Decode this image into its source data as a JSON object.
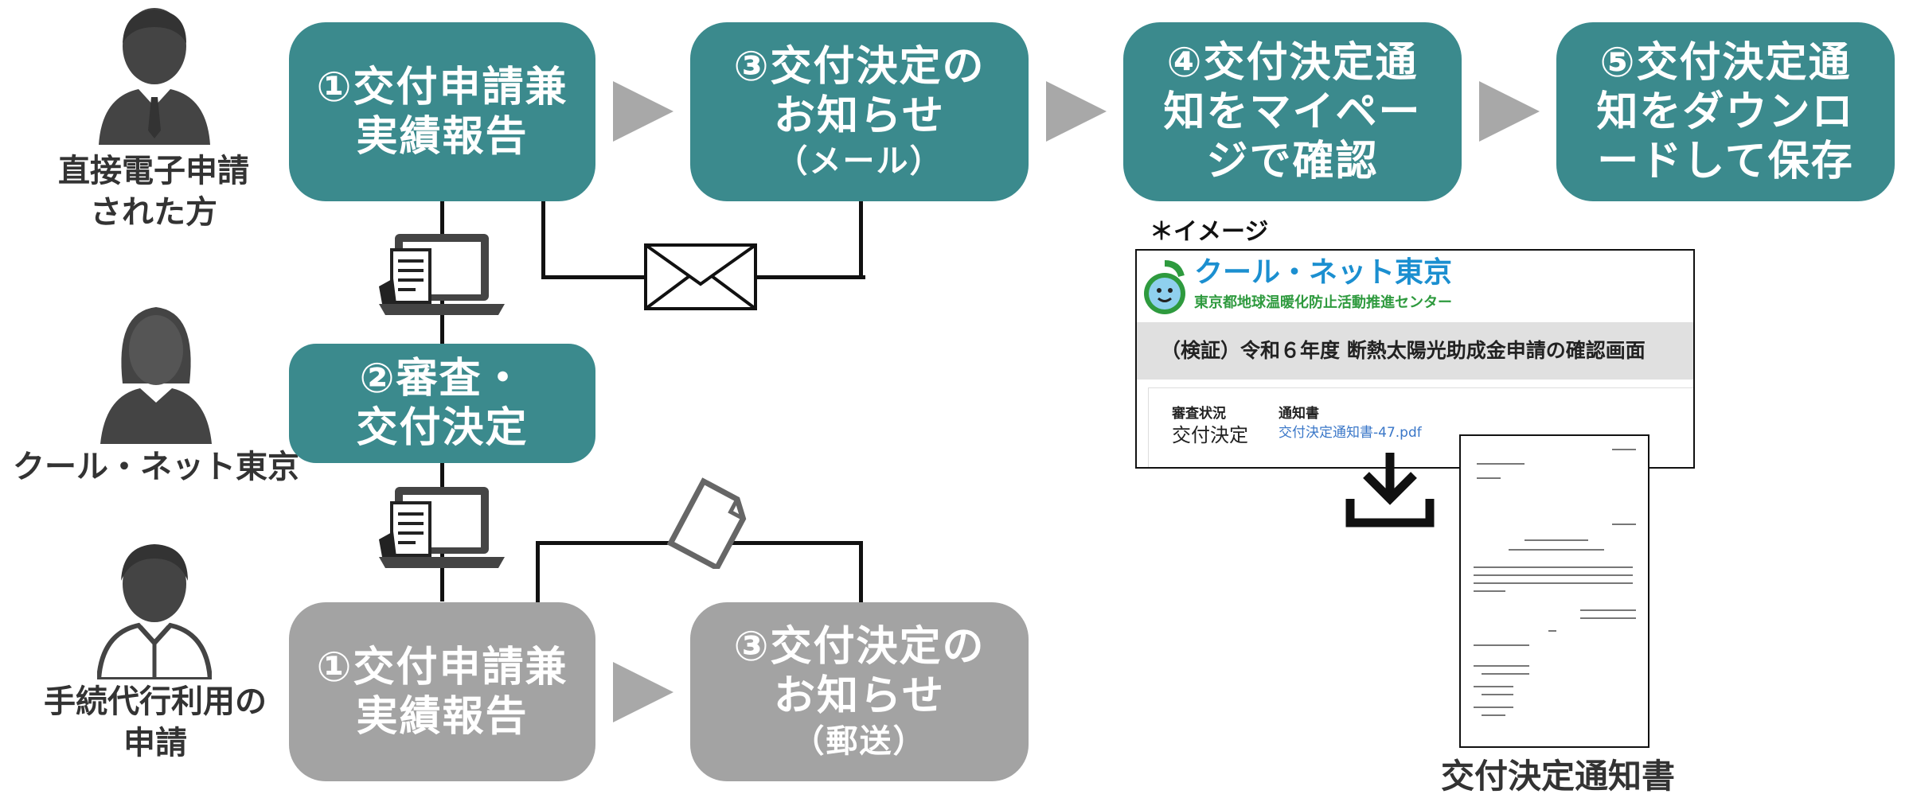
{
  "actors": {
    "applicant": {
      "line1": "直接電子申請",
      "line2": "された方"
    },
    "coolnet": {
      "label": "クール・ネット東京"
    },
    "agent": {
      "line1": "手続代行利用の",
      "line2": "申請"
    }
  },
  "steps_top": {
    "step1": {
      "line1": "①交付申請兼",
      "line2": "実績報告"
    },
    "step3": {
      "line1": "③交付決定の",
      "line2": "お知らせ",
      "sub": "（メール）"
    },
    "step4": {
      "line1": "④交付決定通",
      "line2": "知をマイペー",
      "line3": "ジで確認"
    },
    "step5": {
      "line1": "⑤交付決定通",
      "line2": "知をダウンロ",
      "line3": "ードして保存"
    }
  },
  "step2": {
    "line1": "②審査・",
    "line2": "交付決定"
  },
  "steps_bottom": {
    "step1": {
      "line1": "①交付申請兼",
      "line2": "実績報告"
    },
    "step3": {
      "line1": "③交付決定の",
      "line2": "お知らせ",
      "sub": "（郵送）"
    }
  },
  "image_note": "＊イメージ",
  "screen": {
    "brand": "クール・ネット東京",
    "brand_sub": "東京都地球温暖化防止活動推進センター",
    "title": "（検証）令和６年度 断熱太陽光助成金申請の確認画面",
    "status_header": "審査状況",
    "status_value": "交付決定",
    "doc_header": "通知書",
    "doc_link": "交付決定通知書-47.pdf"
  },
  "doc_caption": "交付決定通知書",
  "colors": {
    "teal": "#3b8a8d",
    "gray": "#a3a3a3",
    "arrow": "#a8a8a8",
    "link": "#3a77c8",
    "brand_blue": "#1b8fd0",
    "brand_green": "#2e9a3e"
  }
}
